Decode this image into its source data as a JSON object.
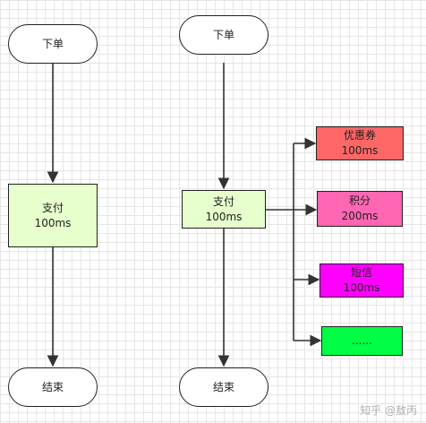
{
  "left_flow": {
    "start": "下单",
    "pay": {
      "name": "支付",
      "time": "100ms"
    },
    "end": "结束"
  },
  "right_flow": {
    "start": "下单",
    "pay": {
      "name": "支付",
      "time": "100ms"
    },
    "end": "结束",
    "branches": [
      {
        "name": "优惠券",
        "time": "100ms",
        "color": "#ff6666"
      },
      {
        "name": "积分",
        "time": "200ms",
        "color": "#ff66b3"
      },
      {
        "name": "短信",
        "time": "100ms",
        "color": "#ff00ff"
      },
      {
        "name": "......",
        "time": "",
        "color": "#00ff44"
      }
    ]
  },
  "watermark": "知乎 @敖丙"
}
